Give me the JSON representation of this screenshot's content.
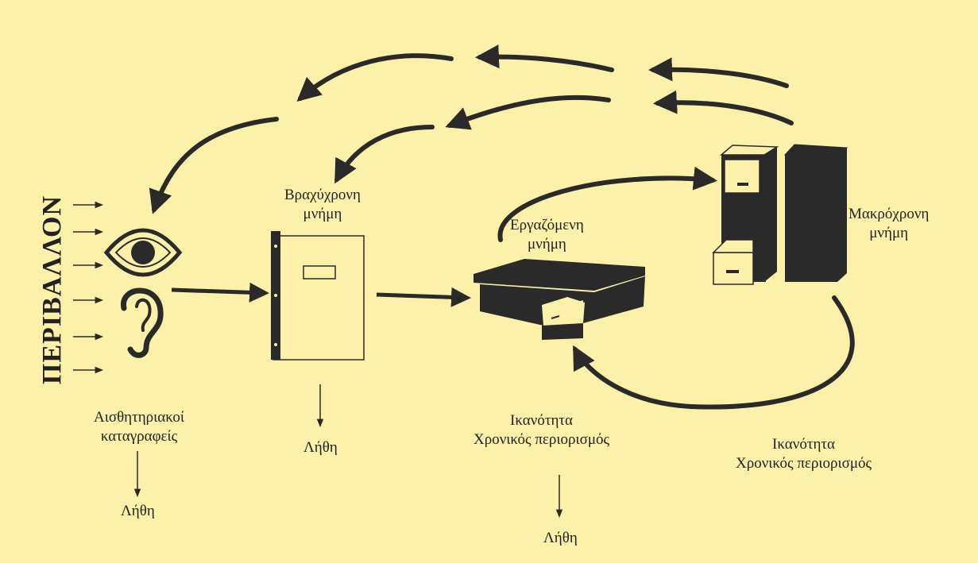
{
  "environment_label": "ΠΕΡΙΒΑΛΛΟΝ",
  "sensory": {
    "line1": "Αισθητηριακοί",
    "line2": "καταγραφείς",
    "forgetting": "Λήθη"
  },
  "short_term": {
    "line1": "Βραχύχρονη",
    "line2": "μνήμη",
    "forgetting": "Λήθη"
  },
  "working": {
    "line1": "Εργαζόμενη",
    "line2": "μνήμη",
    "capacity": "Ικανότητα",
    "time_limit": "Χρονικός περιορισμός",
    "forgetting": "Λήθη"
  },
  "long_term": {
    "line1": "Μακρόχρονη",
    "line2": "μνήμη",
    "capacity": "Ικανότητα",
    "time_limit": "Χρονικός περιορισμός"
  },
  "colors": {
    "background": "#fdf1a9",
    "ink": "#2a2a2a"
  },
  "icons": [
    "eye-icon",
    "ear-icon",
    "notebook-icon",
    "desk-icon",
    "filing-cabinet-icon"
  ]
}
